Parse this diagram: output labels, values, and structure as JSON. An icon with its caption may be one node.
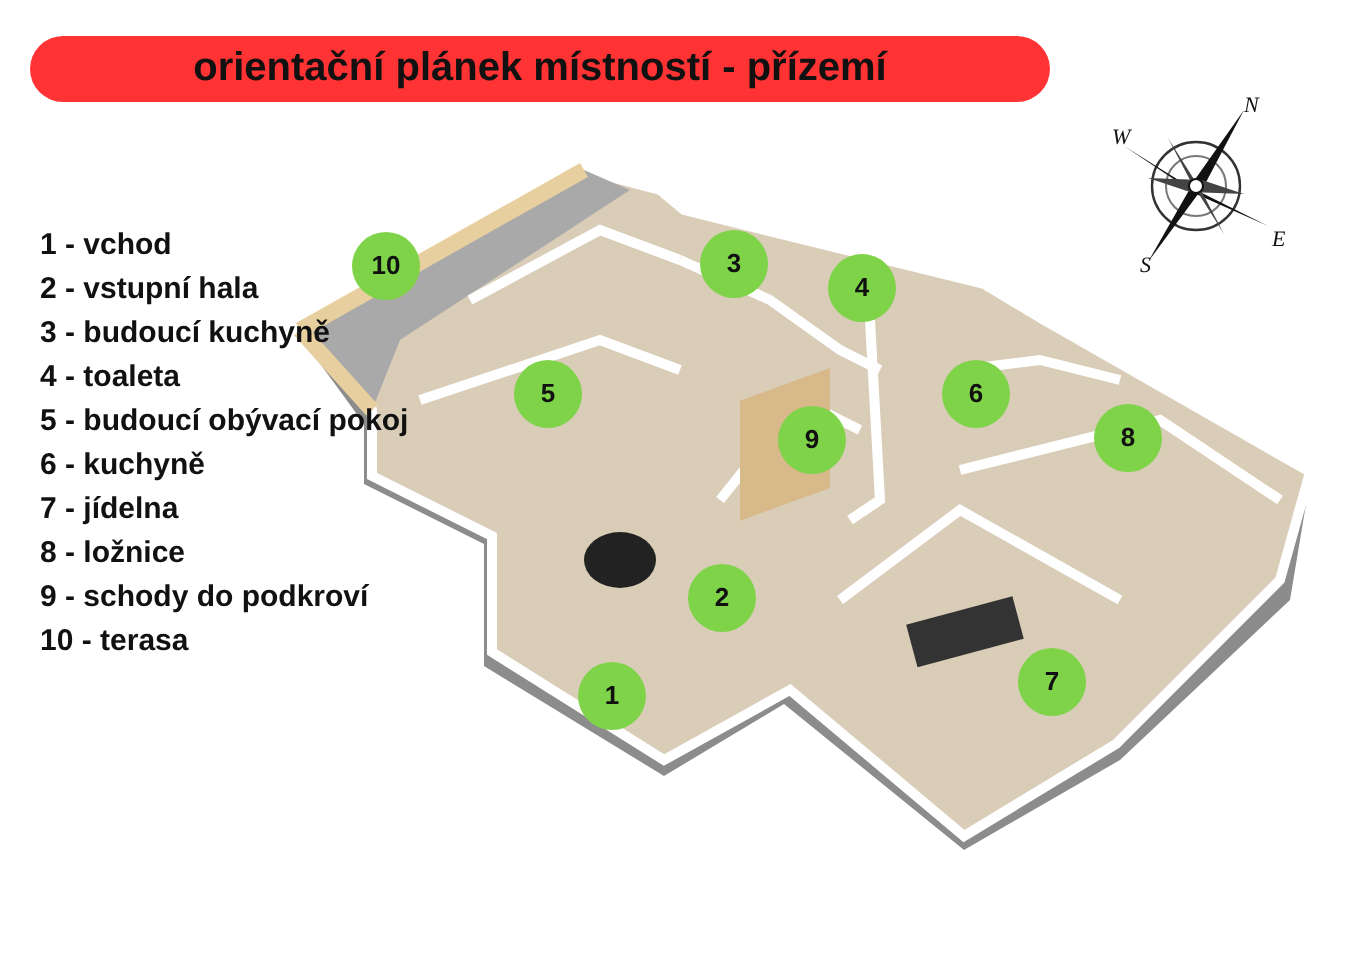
{
  "diagram": {
    "title": "orientační plánek místností - přízemí",
    "nodes": [
      {
        "text": [
          "10"
        ]
      },
      {
        "text": [
          "3"
        ]
      },
      {
        "text": [
          "4"
        ]
      },
      {
        "text": [
          "5"
        ]
      },
      {
        "text": [
          "6"
        ]
      },
      {
        "text": [
          "9"
        ]
      },
      {
        "text": [
          "8"
        ]
      },
      {
        "text": [
          "2"
        ]
      },
      {
        "text": [
          "1"
        ]
      },
      {
        "text": [
          "7"
        ]
      }
    ],
    "labels": [
      "N",
      "W",
      "E",
      "S",
      "1 - vchod",
      "2 - vstupní hala",
      "3 - budoucí kuchyně",
      "4 - toaleta",
      "5 - budoucí obývací pokoj",
      "6 - kuchyně",
      "7 - jídelna",
      "8 - ložnice",
      "9 - schody do podkroví",
      "10 - terasa"
    ]
  }
}
